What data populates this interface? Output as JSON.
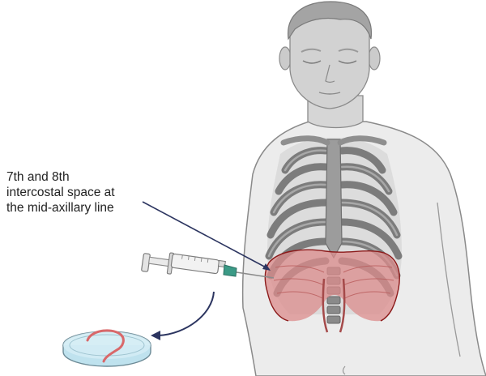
{
  "annotation": {
    "lines": [
      "7th and 8th",
      "intercostal space at",
      "the mid-axillary line"
    ]
  },
  "colors": {
    "body_fill": "#ececec",
    "body_outline": "#8a8a8a",
    "head_fill": "#d0d0d0",
    "rib": "#7c7c7c",
    "rib_dark": "#5f5f5f",
    "diaphragm": "#dc8c8c",
    "diaphragm_outline": "#8b1a1a",
    "arrow": "#2c3560",
    "needle_hub": "#3b9a86",
    "dish": "#bfe2ee",
    "specimen": "#d9686a"
  },
  "icons": {
    "syringe": "syringe-icon",
    "petri_dish": "petri-dish-icon"
  }
}
